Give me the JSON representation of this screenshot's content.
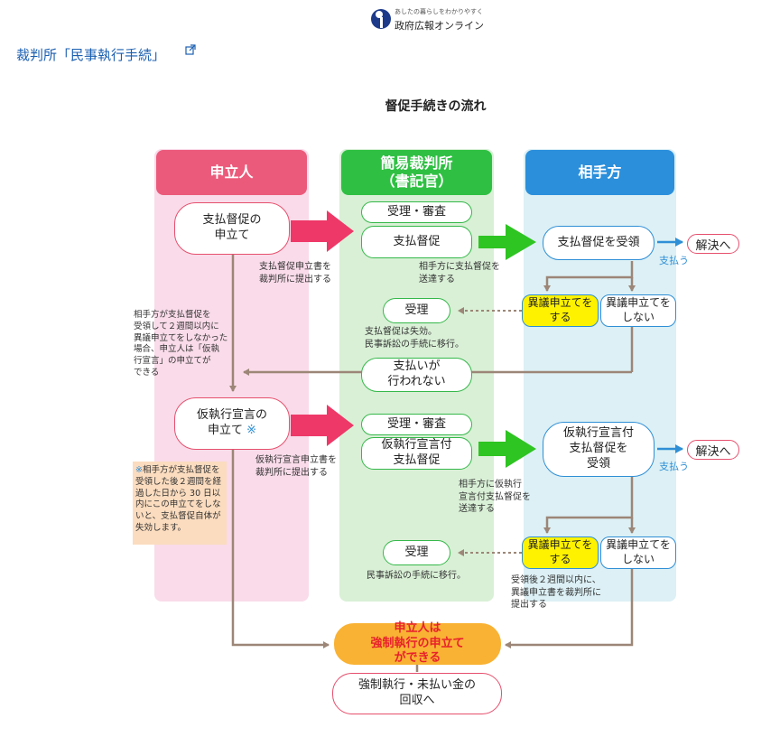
{
  "header": {
    "logo_tagline": "あしたの暮らしをわかりやすく",
    "logo_name": "政府広報オンライン",
    "source_link": "裁判所「民事執行手続」"
  },
  "diagram": {
    "title": "督促手続きの流れ",
    "lanes": {
      "applicant": "申立人",
      "court": "簡易裁判所\n（書記官）",
      "opponent": "相手方"
    },
    "nodes": {
      "apply_order": "支払督促の\n申立て",
      "receipt1": "受理・審査",
      "pay_order": "支払督促",
      "receive_order": "支払督促を受領",
      "resolved1": "解決へ",
      "object1": "異議申立てを\nする",
      "no_object1": "異議申立てを\nしない",
      "accept1": "受理",
      "not_paid": "支払いが\n行われない",
      "apply_provisional": "仮執行宣言の\n申立て ※",
      "receipt2": "受理・審査",
      "provisional_order": "仮執行宣言付\n支払督促",
      "receive_provisional": "仮執行宣言付\n支払督促を\n受領",
      "resolved2": "解決へ",
      "object2": "異議申立てを\nする",
      "no_object2": "異議申立てを\nしない",
      "accept2": "受理",
      "enforcement_ready": "申立人は\n強制執行の申立て\nができる",
      "enforcement": "強制執行・未払い金の\n回収へ"
    },
    "notes": {
      "submit1": "支払督促申立書を\n裁判所に提出する",
      "send1": "相手方に支払督促を\n送達する",
      "pay1": "支払う",
      "invalid1": "支払督促は失効。\n民事訴訟の手続に移行。",
      "two_weeks": "相手方が支払督促を\n受領して２週間以内に\n異議申立てをしなかった\n場合、申立人は「仮執\n行宣言」の申立てが\nできる",
      "submit2": "仮執行宣言申立書を\n裁判所に提出する",
      "send2": "相手方に仮執行\n宣言付支払督促を\n送達する",
      "pay2": "支払う",
      "lawsuit2": "民事訴訟の手続に移行。",
      "within2": "受領後２週間以内に、\n異議申立書を裁判所に\n提出する",
      "asterisk": "※相手方が支払督促を\n受領した後２週間を経\n過した日から 30 日以\n内にこの申立てをしな\nいと、支払督促自体が\n失効します。"
    },
    "colors": {
      "applicant_lane": "#f9dbe9",
      "applicant_head": "#ec5a7b",
      "court_lane": "#d9f0d6",
      "court_head": "#2fc043",
      "opponent_lane": "#dcf0f5",
      "opponent_head": "#2b8fdb",
      "pink_arrow": "#ee3868",
      "green_arrow": "#2ec422",
      "connector": "#9c8677",
      "asterisk_note": "#fbdcbf"
    }
  }
}
